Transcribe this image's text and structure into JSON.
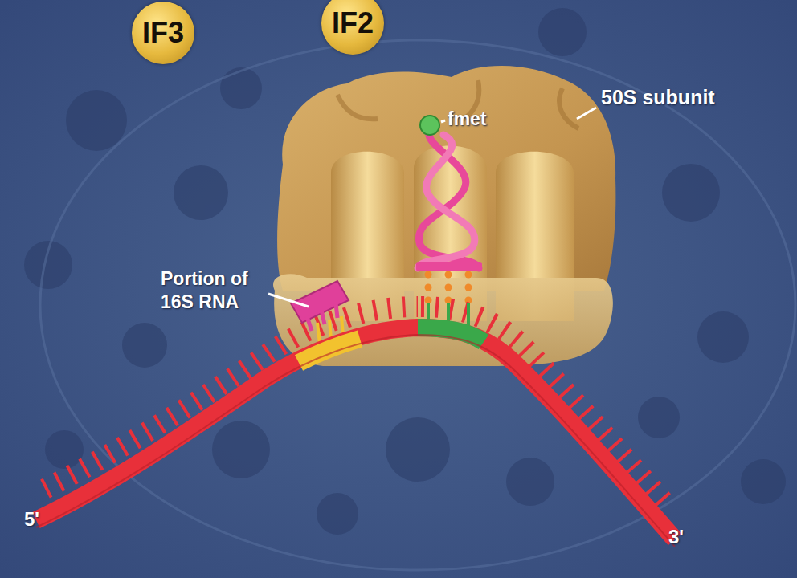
{
  "diagram": {
    "nodes": [
      {
        "text": [
          "IF3"
        ]
      },
      {
        "text": [
          "IF2"
        ]
      }
    ],
    "labels": [
      "50S subunit",
      "fmet",
      "Portion of 16S RNA",
      "5'",
      "3'"
    ]
  }
}
